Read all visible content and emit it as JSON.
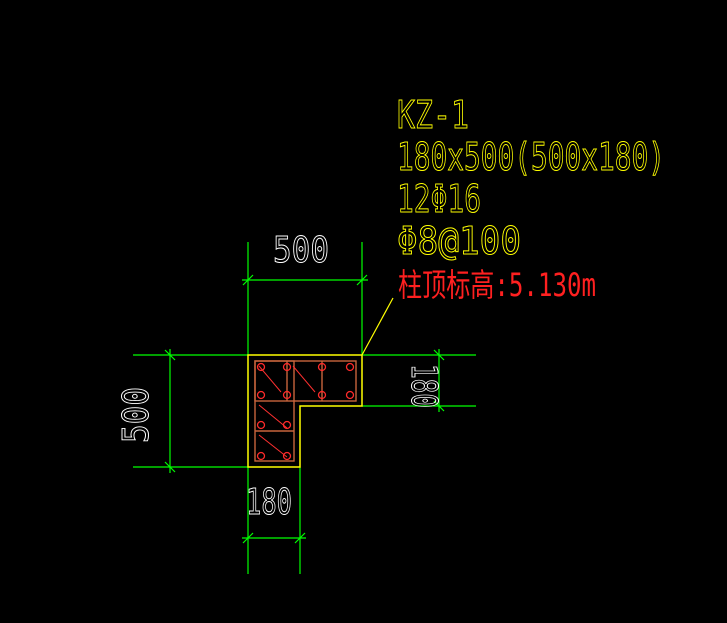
{
  "colors": {
    "background": "#000000",
    "dimension": "#00ff00",
    "outline": "#ffff00",
    "annotation": "#ffff00",
    "elevation": "#ff0000",
    "rebar": "#ff2a2a",
    "stirrup": "#c8643c"
  },
  "labels": {
    "column_id": "KZ-1",
    "section_size": "180x500(500x180)",
    "longitudinal_bars": "12Φ16",
    "stirrups": "Φ8@100",
    "top_elevation": "柱顶标高:5.130m"
  },
  "dimensions": {
    "top_width": "500",
    "left_height": "500",
    "right_thickness": "180",
    "bottom_thickness": "180"
  }
}
